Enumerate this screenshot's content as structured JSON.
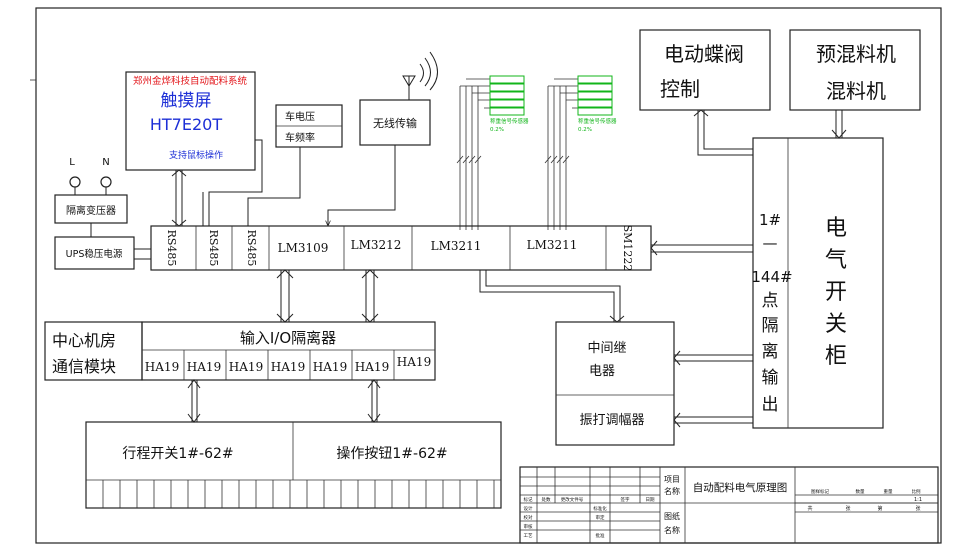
{
  "touchscreen": {
    "company": "郑州金烨科技自动配料系统",
    "title": "触摸屏",
    "model": "HT7E20T",
    "note": "支持鼠标操作"
  },
  "power": {
    "l_label": "L",
    "n_label": "N",
    "transformer": "隔离变压器",
    "ups": "UPS稳压电源"
  },
  "vehicle": {
    "voltage": "车电压",
    "freq": "车频率"
  },
  "wireless": "无线传输",
  "plc_modules": [
    "RS485",
    "RS485",
    "RS485",
    "LM3109",
    "LM3212",
    "LM3211",
    "LM3211",
    "SM1222"
  ],
  "sensor_captions": [
    "称重信号传感器",
    "0.2%",
    "称重信号传感器",
    "0.2%"
  ],
  "butterfly_valve": [
    "电动蝶阀",
    "控制"
  ],
  "premixer": [
    "预混料机",
    "混料机"
  ],
  "isolation_output": [
    "1#",
    "—",
    "144#",
    "点",
    "隔",
    "离",
    "输",
    "出"
  ],
  "cabinet": [
    "电",
    "气",
    "开",
    "关",
    "柜"
  ],
  "center_room": [
    "中心机房",
    "通信模块"
  ],
  "io_isolator": "输入I/O隔离器",
  "ha_modules": [
    "HA19",
    "HA19",
    "HA19",
    "HA19",
    "HA19",
    "HA19",
    "HA19"
  ],
  "travel_switch": "行程开关1#-62#",
  "buttons": "操作按钮1#-62#",
  "relay": [
    "中间继",
    "电器"
  ],
  "vibrator": "振打调幅器",
  "title_block": {
    "project_label": [
      "项目",
      "名称"
    ],
    "project_name": "自动配料电气原理图",
    "drawing_label": [
      "图纸",
      "名称"
    ],
    "revision_headers": [
      "标记",
      "处数",
      "更改文件号",
      "签字",
      "日期"
    ],
    "approval_rows": [
      "设计",
      "校对",
      "审核",
      "工艺"
    ],
    "approval_mid": [
      "标准化",
      "审定",
      "批准"
    ],
    "meta_headers": [
      "图样标记",
      "数量",
      "重量",
      "比例"
    ],
    "scale": "1:1",
    "sheet": [
      "共",
      "张",
      "第",
      "张"
    ]
  }
}
